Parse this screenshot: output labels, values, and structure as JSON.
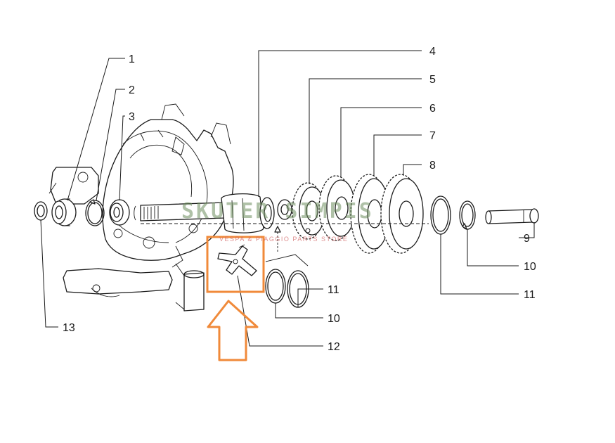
{
  "watermark": {
    "main": "SKUTER SIMPIS",
    "sub": "VESPA & PIAGGIO PARTS STORE"
  },
  "callouts": [
    {
      "id": "1",
      "label": "1"
    },
    {
      "id": "2",
      "label": "2"
    },
    {
      "id": "3",
      "label": "3"
    },
    {
      "id": "4",
      "label": "4"
    },
    {
      "id": "5",
      "label": "5"
    },
    {
      "id": "6",
      "label": "6"
    },
    {
      "id": "7",
      "label": "7"
    },
    {
      "id": "8",
      "label": "8"
    },
    {
      "id": "9",
      "label": "9"
    },
    {
      "id": "10a",
      "label": "10"
    },
    {
      "id": "11a",
      "label": "11"
    },
    {
      "id": "11b",
      "label": "11"
    },
    {
      "id": "10b",
      "label": "10"
    },
    {
      "id": "12",
      "label": "12"
    },
    {
      "id": "13",
      "label": "13"
    }
  ],
  "highlight": {
    "color": "#f08a3a",
    "target_callout": "12"
  }
}
